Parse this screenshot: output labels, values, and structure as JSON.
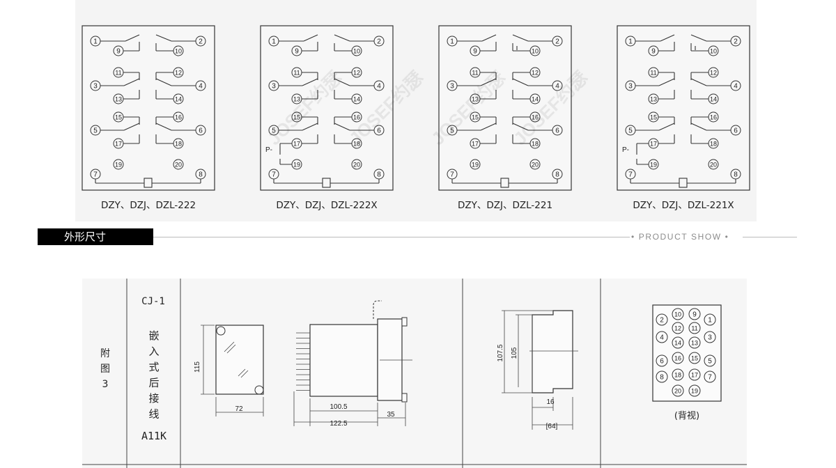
{
  "section": {
    "title": "外形尺寸",
    "subtitle": "• PRODUCT SHOW •"
  },
  "wiring": {
    "diagrams": [
      {
        "caption": "DZY、DZJ、DZL-222",
        "variant": "222"
      },
      {
        "caption": "DZY、DZJ、DZL-222X",
        "variant": "222X"
      },
      {
        "caption": "DZY、DZJ、DZL-221",
        "variant": "221"
      },
      {
        "caption": "DZY、DZJ、DZL-221X",
        "variant": "221X"
      }
    ],
    "p_label": "P-",
    "terminals": [
      "1",
      "2",
      "3",
      "4",
      "5",
      "6",
      "7",
      "8",
      "9",
      "10",
      "11",
      "12",
      "13",
      "14",
      "15",
      "16",
      "17",
      "18",
      "19",
      "20"
    ]
  },
  "watermark": {
    "text": "JOSEF约瑟"
  },
  "outline": {
    "side_label": [
      "附",
      "图",
      "3"
    ],
    "model": "CJ-1",
    "mount_chars": [
      "嵌",
      "入",
      "式",
      "后",
      "接",
      "线"
    ],
    "code": "A11K",
    "dims": {
      "height": "115",
      "width": "72",
      "depth_body": "100.5",
      "depth_total": "122.5",
      "flange": "35",
      "cutout_h_outer": "107.5",
      "cutout_h_inner": "105",
      "cutout_w": "16",
      "cutout_w2": "[64]"
    },
    "rear_pins": {
      "rows": [
        [
          "2",
          "10",
          "9",
          "1"
        ],
        [
          "12",
          "11"
        ],
        [
          "4",
          "14",
          "13",
          "3"
        ],
        [
          "6",
          "16",
          "15",
          "5"
        ],
        [
          "8",
          "18",
          "17",
          "7"
        ],
        [
          "20",
          "19"
        ]
      ]
    },
    "rear_caption": "(背视)"
  }
}
